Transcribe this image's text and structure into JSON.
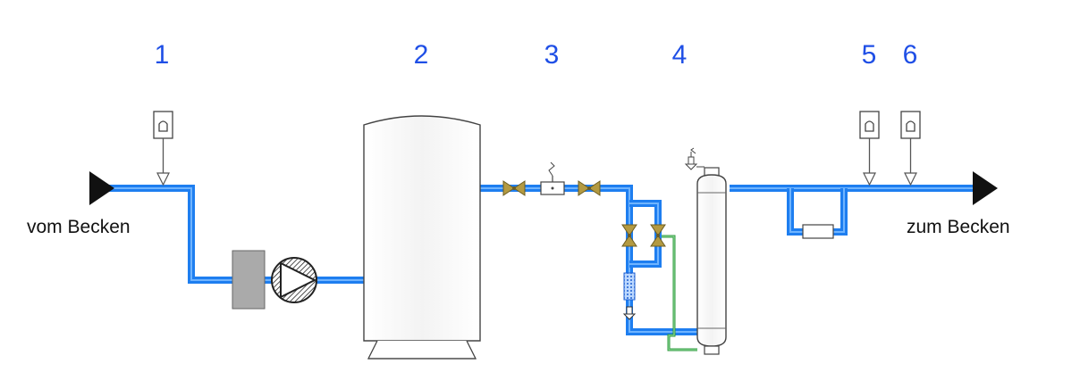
{
  "numbers": [
    "1",
    "2",
    "3",
    "4",
    "5",
    "6"
  ],
  "labels": {
    "inlet": "vom Becken",
    "outlet": "zum Becken"
  },
  "colors": {
    "pipe": "#1e7ef0",
    "pipe_highlight": "#6fb4ff",
    "number": "#1f4fe6",
    "valve": "#b39a42",
    "bypass_line": "#2e9a3c",
    "equipment": "#aaaaaa"
  },
  "icons": [
    "inlet-arrow-icon",
    "outlet-arrow-icon",
    "sensor-icon",
    "valve-icon",
    "pump-icon",
    "flowmeter-icon"
  ]
}
